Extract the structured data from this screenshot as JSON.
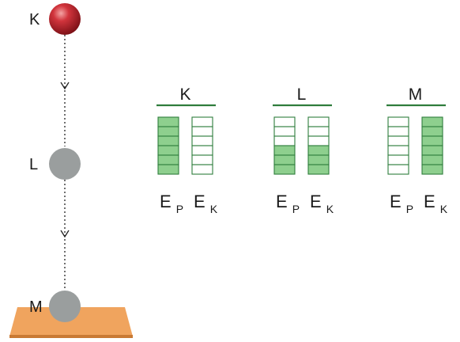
{
  "points": {
    "top": "K",
    "middle": "L",
    "bottom": "M"
  },
  "groups": [
    {
      "title": "K",
      "ep_filled": 6,
      "ek_filled": 0
    },
    {
      "title": "L",
      "ep_filled": 3,
      "ek_filled": 3
    },
    {
      "title": "M",
      "ep_filled": 0,
      "ek_filled": 6
    }
  ],
  "bar_segments": 6,
  "labels": {
    "ep_main": "E",
    "ep_sub": "P",
    "ek_main": "E",
    "ek_sub": "K"
  },
  "colors": {
    "filled": "#8ecf8e",
    "bar_border": "#2f7d3c",
    "title_line": "#2f7d3c",
    "ball_top": "#b8222a",
    "ball_gray": "#9a9e9e",
    "ground": "#f0a45e",
    "ground_dark": "#c97a34"
  }
}
